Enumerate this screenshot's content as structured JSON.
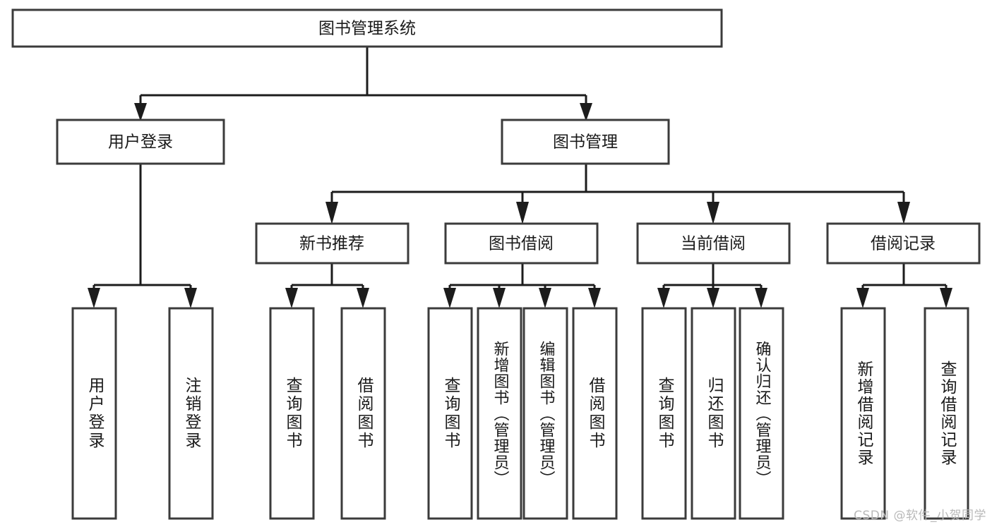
{
  "diagram": {
    "type": "hierarchy-tree",
    "title": "图书管理系统",
    "orientation": "top-down",
    "levels": 4,
    "colors": {
      "box_fill": "#ffffff",
      "box_stroke": "#3b3b3b",
      "connector": "#1c1c1c",
      "text": "#1a1a1a",
      "watermark": "#b9b9b9",
      "background": "#ffffff"
    }
  },
  "root": {
    "label": "图书管理系统"
  },
  "level2": [
    {
      "label": "用户登录"
    },
    {
      "label": "图书管理"
    }
  ],
  "level3": [
    {
      "label": "新书推荐"
    },
    {
      "label": "图书借阅"
    },
    {
      "label": "当前借阅"
    },
    {
      "label": "借阅记录"
    }
  ],
  "leaves": {
    "user_login": [
      {
        "label": "用户登录"
      },
      {
        "label": "注销登录"
      }
    ],
    "new_book_recommend": [
      {
        "label": "查询图书"
      },
      {
        "label": "借阅图书"
      }
    ],
    "book_borrow": [
      {
        "label": "查询图书"
      },
      {
        "label": "新增图书（管理员）"
      },
      {
        "label": "编辑图书（管理员）"
      },
      {
        "label": "借阅图书"
      }
    ],
    "current_borrow": [
      {
        "label": "查询图书"
      },
      {
        "label": "归还图书"
      },
      {
        "label": "确认归还（管理员）"
      }
    ],
    "borrow_record": [
      {
        "label": "新增借阅记录"
      },
      {
        "label": "查询借阅记录"
      }
    ]
  },
  "watermark": {
    "text": "CSDN @软件_小贺同学"
  }
}
